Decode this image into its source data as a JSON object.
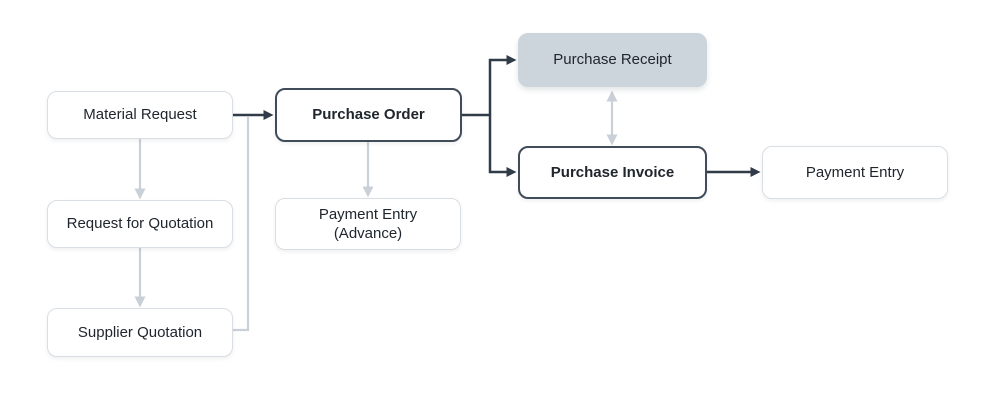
{
  "diagram": {
    "nodes": [
      {
        "id": "material-request",
        "label": "Material Request",
        "emphasis": "normal",
        "variant": "outline-light"
      },
      {
        "id": "request-for-quotation",
        "label": "Request for Quotation",
        "emphasis": "normal",
        "variant": "outline-light"
      },
      {
        "id": "supplier-quotation",
        "label": "Supplier Quotation",
        "emphasis": "normal",
        "variant": "outline-light"
      },
      {
        "id": "purchase-order",
        "label": "Purchase Order",
        "emphasis": "bold",
        "variant": "outline-dark"
      },
      {
        "id": "payment-entry-advance",
        "label": "Payment Entry\n(Advance)",
        "emphasis": "normal",
        "variant": "outline-light"
      },
      {
        "id": "purchase-receipt",
        "label": "Purchase Receipt",
        "emphasis": "normal",
        "variant": "filled"
      },
      {
        "id": "purchase-invoice",
        "label": "Purchase Invoice",
        "emphasis": "bold",
        "variant": "outline-dark"
      },
      {
        "id": "payment-entry",
        "label": "Payment Entry",
        "emphasis": "normal",
        "variant": "outline-light"
      }
    ],
    "edges": [
      {
        "from": "material-request",
        "to": "request-for-quotation",
        "style": "light",
        "arrow": "end"
      },
      {
        "from": "request-for-quotation",
        "to": "supplier-quotation",
        "style": "light",
        "arrow": "end"
      },
      {
        "from": "material-request",
        "to": "purchase-order",
        "style": "dark",
        "arrow": "end"
      },
      {
        "from": "supplier-quotation",
        "to": "purchase-order",
        "style": "light",
        "arrow": "none"
      },
      {
        "from": "purchase-order",
        "to": "payment-entry-advance",
        "style": "light",
        "arrow": "end"
      },
      {
        "from": "purchase-order",
        "to": "purchase-receipt",
        "style": "dark",
        "arrow": "end"
      },
      {
        "from": "purchase-order",
        "to": "purchase-invoice",
        "style": "dark",
        "arrow": "end"
      },
      {
        "from": "purchase-receipt",
        "to": "purchase-invoice",
        "style": "light",
        "arrow": "both"
      },
      {
        "from": "purchase-invoice",
        "to": "payment-entry",
        "style": "dark",
        "arrow": "end"
      }
    ]
  },
  "colors": {
    "canvas-bg": "#ffffff",
    "edge-dark": "#313c48",
    "edge-light": "#c9d0d7",
    "node-fill": "#ffffff",
    "node-fill-shaded": "#cdd5dc",
    "node-border": "#d8dee4",
    "node-border-strong": "#404c5a",
    "node-text": "#20262e"
  }
}
